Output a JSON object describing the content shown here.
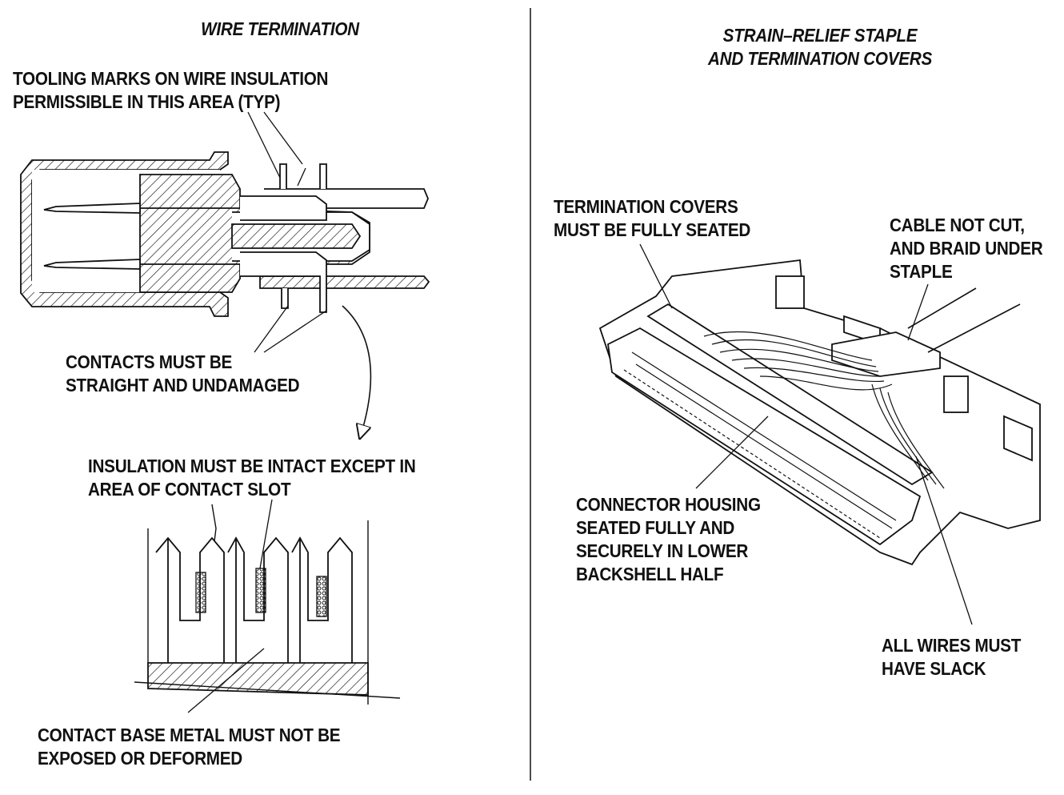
{
  "left_panel": {
    "title": "WIRE TERMINATION",
    "tooling_marks_label": "TOOLING MARKS ON WIRE INSULATION\nPERMISSIBLE IN THIS AREA (TYP)",
    "contacts_label": "CONTACTS MUST BE\nSTRAIGHT AND UNDAMAGED",
    "insulation_label": "INSULATION MUST BE INTACT EXCEPT IN\nAREA OF CONTACT SLOT",
    "base_metal_label": "CONTACT BASE METAL MUST NOT BE\nEXPOSED OR DEFORMED"
  },
  "right_panel": {
    "title": "STRAIN–RELIEF STAPLE\nAND TERMINATION COVERS",
    "covers_label": "TERMINATION COVERS\nMUST BE FULLY SEATED",
    "cable_label": "CABLE NOT CUT,\nAND BRAID UNDER\nSTAPLE",
    "housing_label": "CONNECTOR HOUSING\nSEATED FULLY AND\nSECURELY IN LOWER\nBACKSHELL HALF",
    "slack_label": "ALL WIRES MUST\nHAVE SLACK"
  }
}
